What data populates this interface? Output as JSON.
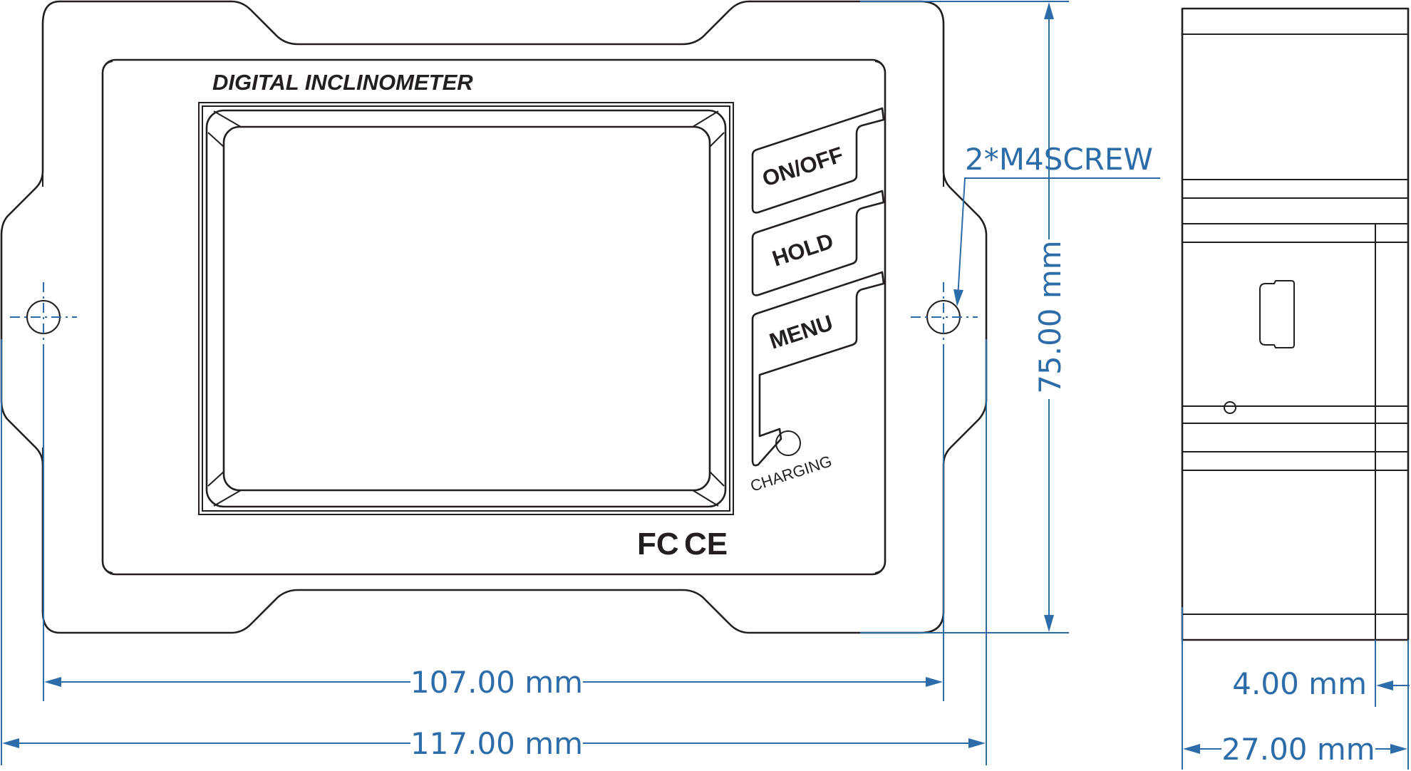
{
  "device": {
    "title": "DIGITAL INCLINOMETER",
    "buttons": [
      "ON/OFF",
      "HOLD",
      "MENU"
    ],
    "indicator_label": "CHARGING",
    "fc_mark": "FC",
    "ce_mark": "CE"
  },
  "callout": {
    "screw_label": "2*M4SCREW"
  },
  "dimensions": {
    "hole_spacing": "107.00 mm",
    "overall_width": "117.00 mm",
    "height": "75.00 mm",
    "depth": "27.00 mm",
    "flange": "4.00 mm"
  },
  "colors": {
    "outline": "#231f20",
    "dimension": "#2b6ca9"
  }
}
